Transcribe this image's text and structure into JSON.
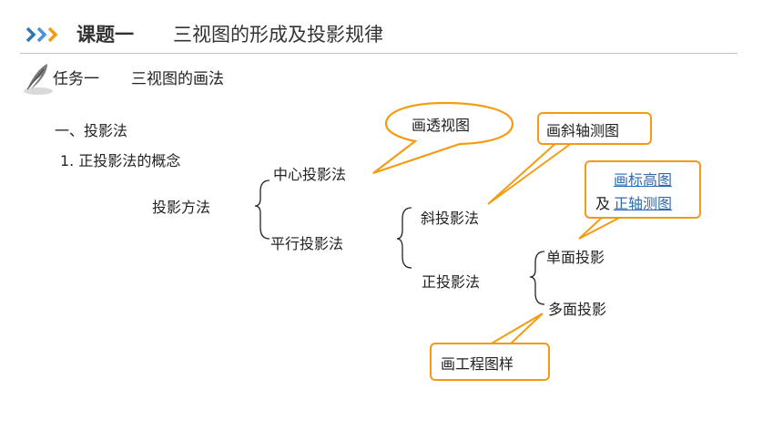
{
  "header": {
    "lesson_label": "课题一",
    "lesson_title": "三视图的形成及投影规律"
  },
  "task": {
    "label": "任务一",
    "title": "三视图的画法"
  },
  "section": {
    "heading": "一、投影法",
    "subheading": "1. 正投影法的概念"
  },
  "tree": {
    "root": "投影方法",
    "central": "中心投影法",
    "parallel": "平行投影法",
    "oblique": "斜投影法",
    "orthographic": "正投影法",
    "single_plane": "单面投影",
    "multi_plane": "多面投影"
  },
  "callouts": {
    "perspective": "画透视图",
    "oblique_axonometric": "画斜轴测图",
    "elevation_link": "画标高图",
    "and": "及",
    "ortho_axonometric_link": "正轴测图",
    "engineering": "画工程图样"
  },
  "colors": {
    "accent": "#f39c12",
    "chevron_blue": "#2e75b6",
    "chevron_orange": "#f39c12",
    "link": "#2e6ab3"
  }
}
